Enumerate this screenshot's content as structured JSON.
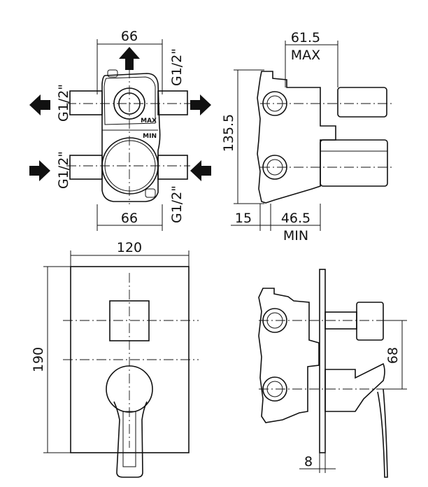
{
  "top_left_view": {
    "width_top": "66",
    "width_bottom": "66",
    "thread_left_upper": "G1/2\"",
    "thread_left_lower": "G1/2\"",
    "thread_right_upper": "G1/2\"",
    "thread_right_lower": "G1/2\"",
    "mark_max": "MAX",
    "mark_min": "MIN"
  },
  "top_right_view": {
    "depth_max_value": "61.5",
    "depth_max_label": "MAX",
    "height": "135.5",
    "depth_left": "15",
    "depth_min_value": "46.5",
    "depth_min_label": "MIN"
  },
  "front_view": {
    "plate_width": "120",
    "plate_height": "190"
  },
  "side_view": {
    "offset": "68",
    "plate_thickness": "8"
  }
}
